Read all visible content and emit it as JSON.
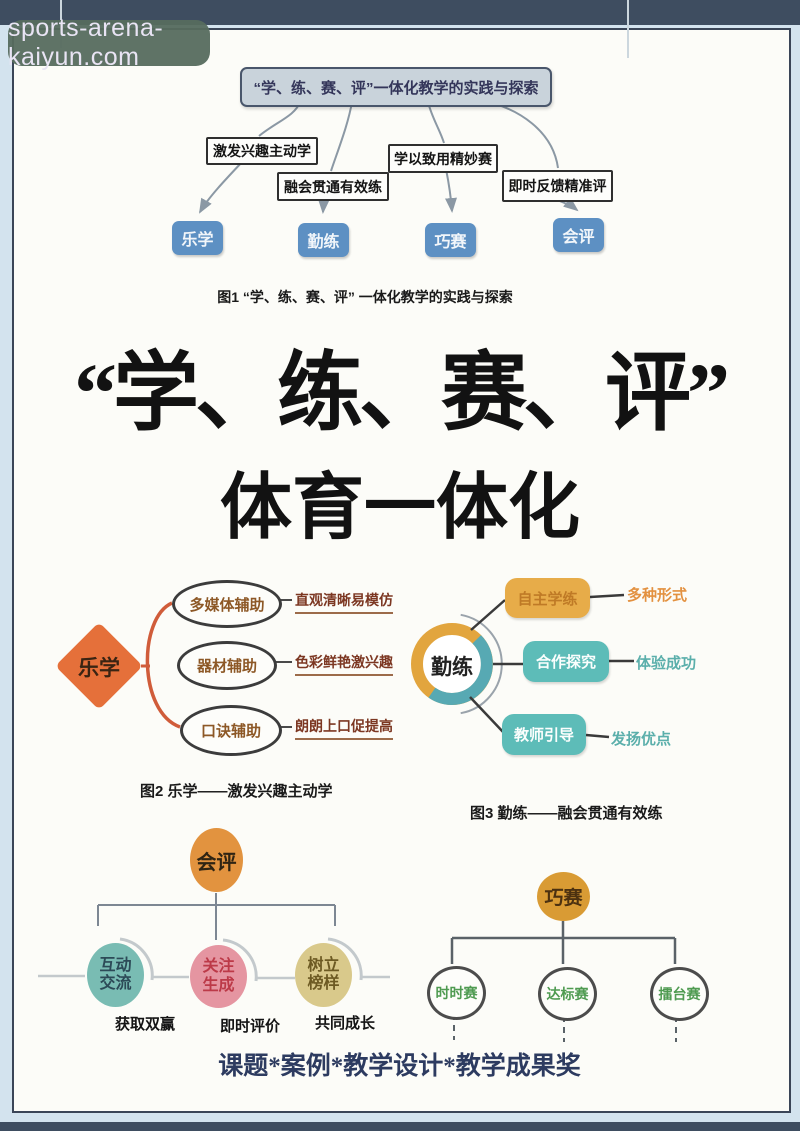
{
  "watermark": {
    "text": "sports-arena-kaiyun.com"
  },
  "figure1": {
    "root_label": "“学、练、赛、评”一体化教学的实践与探索",
    "branches": [
      {
        "label": "激发兴趣主动学",
        "target": "乐学"
      },
      {
        "label": "融会贯通有效练",
        "target": "勤练"
      },
      {
        "label": "学以致用精妙赛",
        "target": "巧赛"
      },
      {
        "label": "即时反馈精准评",
        "target": "会评"
      }
    ],
    "caption": "图1 “学、练、赛、评” 一体化教学的实践与探索"
  },
  "main_title": {
    "line1": "“学、练、赛、评”",
    "line2": "体育一体化"
  },
  "figure2": {
    "center": "乐学",
    "branches": [
      {
        "node": "多媒体辅助",
        "label": "直观清晰易模仿"
      },
      {
        "node": "器材辅助",
        "label": "色彩鲜艳激兴趣"
      },
      {
        "node": "口诀辅助",
        "label": "朗朗上口促提高"
      }
    ],
    "caption": "图2 乐学——激发兴趣主动学"
  },
  "figure3": {
    "center": "勤练",
    "branches": [
      {
        "node": "自主学练",
        "label": "多种形式"
      },
      {
        "node": "合作探究",
        "label": "体验成功"
      },
      {
        "node": "教师引导",
        "label": "发扬优点"
      }
    ],
    "caption": "图3 勤练——融会贯通有效练"
  },
  "figure4": {
    "center": "会评",
    "branches": [
      {
        "node": "互动交流",
        "label": "获取双赢"
      },
      {
        "node": "关注生成",
        "label": "即时评价"
      },
      {
        "node": "树立榜样",
        "label": "共同成长"
      }
    ]
  },
  "figure5": {
    "center": "巧赛",
    "branches": [
      {
        "node": "时时赛"
      },
      {
        "node": "达标赛"
      },
      {
        "node": "擂台赛"
      }
    ]
  },
  "footer": {
    "text": "课题*案例*教学设计*教学成果奖"
  },
  "colors": {
    "top_bar": "#3e4d60",
    "page_bg": "#d3e3ee",
    "card_bg": "#fcfcf8",
    "watermark_bg": "#566c5e",
    "flow_node_blue": "#5d90c3",
    "accent_orange": "#e5703a",
    "accent_gold": "#e2a53e",
    "accent_teal": "#5dbcb8",
    "accent_pink": "#e595a1",
    "accent_khaki": "#d9c98b",
    "competition_green": "#4f9b51"
  }
}
